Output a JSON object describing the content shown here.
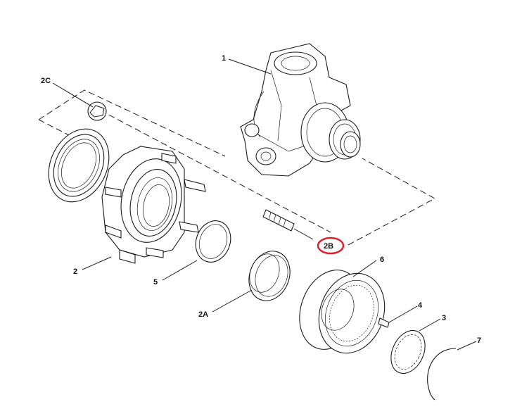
{
  "callouts": {
    "part_1": "1",
    "part_2": "2",
    "part_2a": "2A",
    "part_2b": "2B",
    "part_2c": "2C",
    "part_3": "3",
    "part_4": "4",
    "part_5": "5",
    "part_6": "6",
    "part_7": "7"
  },
  "highlight": {
    "target": "part_2b",
    "color": "#e0202a"
  }
}
